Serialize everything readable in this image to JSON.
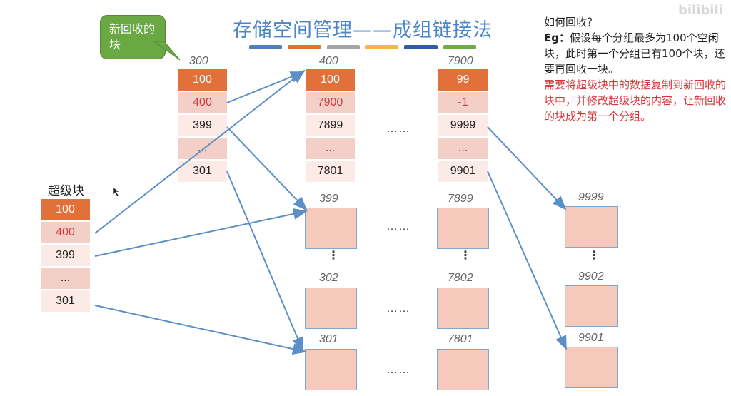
{
  "title": "存储空间管理——成组链接法",
  "title_bar_colors": [
    "#4f81bd",
    "#e2703a",
    "#a5a5a5",
    "#f4b942",
    "#2e5ea8",
    "#70ad47"
  ],
  "bubble_text": "新回收的块",
  "watermark": "bilibili",
  "super_block": {
    "label": "超级块",
    "cells": [
      "100",
      "400",
      "399",
      "...",
      "301"
    ]
  },
  "group_blocks": [
    {
      "id": "300",
      "cells": [
        "100",
        "400",
        "399",
        "...",
        "301"
      ]
    },
    {
      "id": "400",
      "cells": [
        "100",
        "7900",
        "7899",
        "...",
        "7801"
      ]
    },
    {
      "id": "7900",
      "cells": [
        "99",
        "-1",
        "9999",
        "...",
        "9901"
      ]
    }
  ],
  "free_blocks": {
    "col1": [
      "399",
      "302",
      "301"
    ],
    "col2": [
      "7899",
      "7802",
      "7801"
    ],
    "col3": [
      "9999",
      "9902",
      "9901"
    ]
  },
  "dots": "……",
  "vdots": "⋮",
  "notes": {
    "question": "如何回收？",
    "eg_prefix": "Eg：",
    "eg_text": "假设每个分组最多为100个空闲块，此时第一个分组已有100个块，还要再回收一块。",
    "red_text": "需要将超级块中的数据复制到新回收的块中，并修改超级块的内容，让新回收的块成为第一个分组。"
  },
  "colors": {
    "arrow": "#5b8fc7",
    "accent_orange": "#e2703a",
    "red_text": "#d9343a",
    "free_block": "#f6c9bd",
    "bubble": "#6aa844",
    "title": "#4a86c8"
  }
}
